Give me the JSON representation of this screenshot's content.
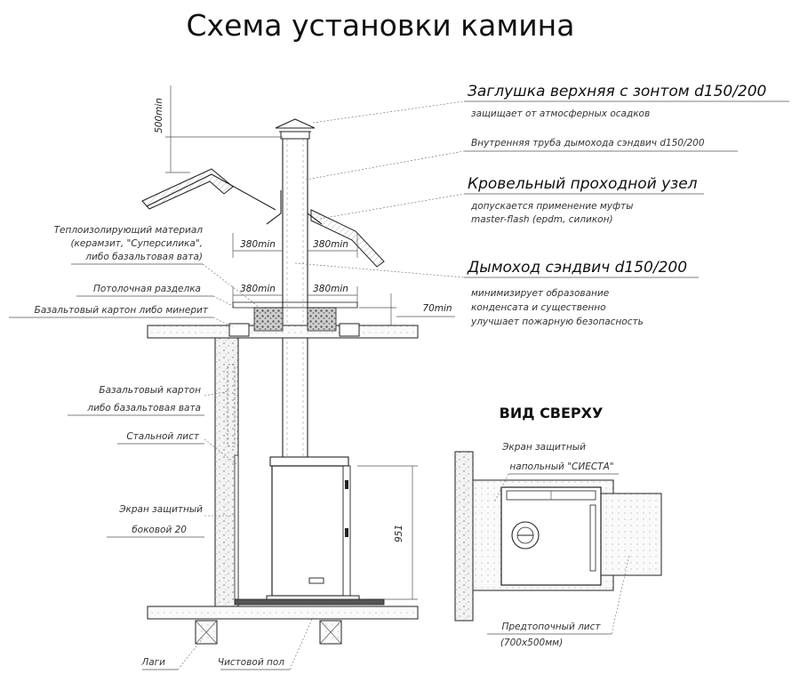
{
  "title": "Схема установки камина",
  "dimensions": {
    "d500": "500min",
    "d380_roof_left": "380min",
    "d380_roof_right": "380min",
    "d380_ceiling_left": "380min",
    "d380_ceiling_right": "380min",
    "d70": "70min",
    "d951": "951"
  },
  "right_labels": {
    "cap_title": "Заглушка верхняя с зонтом d150/200",
    "cap_note": "защищает от атмосферных осадков",
    "inner_pipe": "Внутренняя труба дымохода сэндвич d150/200",
    "roof_node_title": "Кровельный проходной узел",
    "roof_node_note_1": "допускается применение муфты",
    "roof_node_note_2": "master-flash (epdm, силикон)",
    "chimney_title": "Дымоход сэндвич d150/200",
    "chimney_note_1": "минимизирует образование",
    "chimney_note_2": "конденсата и существенно",
    "chimney_note_3": "улучшает пожарную безопасность"
  },
  "left_labels": {
    "insulation_1": "Теплоизолирующий материал",
    "insulation_2": "(керамзит, \"Суперсилика\",",
    "insulation_3": "либо базальтовая вата)",
    "ceiling_cut": "Потолочная разделка",
    "basalt_board": "Базальтовый картон либо минерит",
    "basalt_1": "Базальтовый картон",
    "basalt_2": "либо базальтовая вата",
    "steel_sheet": "Стальной лист",
    "side_screen_1": "Экран защитный",
    "side_screen_2": "боковой 20",
    "joists": "Лаги",
    "finish_floor": "Чистовой пол"
  },
  "top_view": {
    "heading": "ВИД СВЕРХУ",
    "floor_screen_1": "Экран защитный",
    "floor_screen_2": "напольный \"СИЕСТА\"",
    "pre_sheet_1": "Предтопочный лист",
    "pre_sheet_2": "(700х500мм)"
  },
  "colors": {
    "line": "#222222",
    "label": "#2a2a2a",
    "fill_texture": "#bbbbbb"
  }
}
